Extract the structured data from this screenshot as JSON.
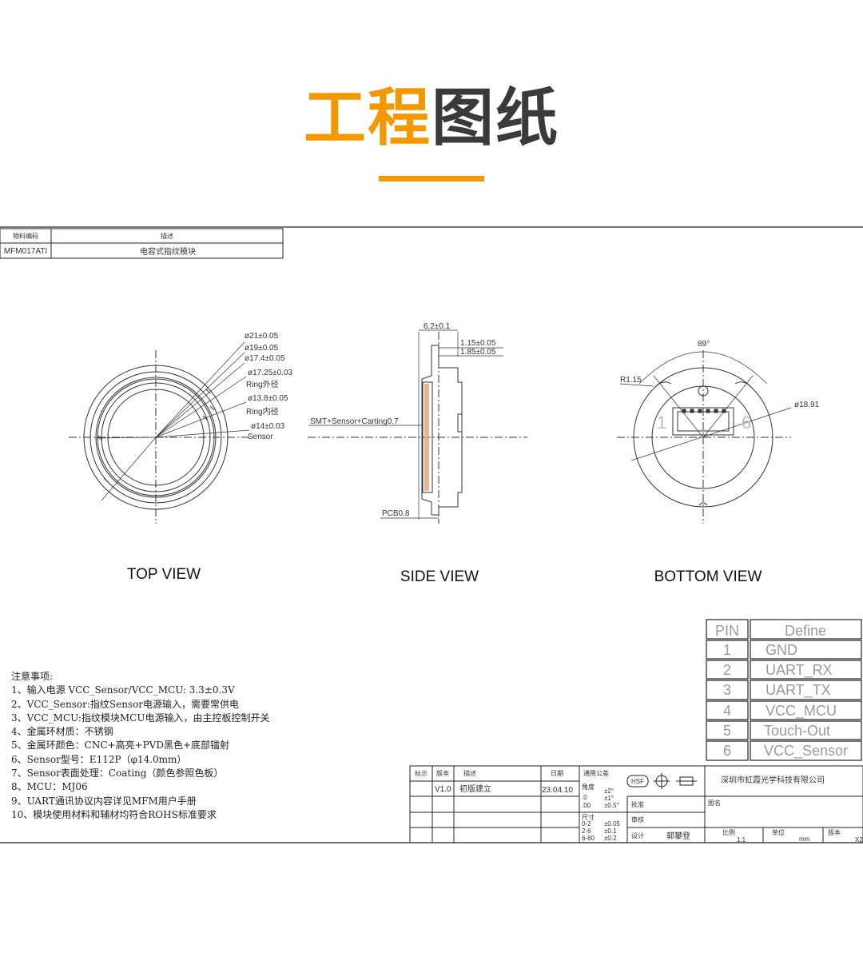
{
  "header": {
    "title_part1": "工程",
    "title_part2": "图纸"
  },
  "part_table": {
    "col1_header": "物料编码",
    "col2_header": "描述",
    "code": "MFM017ATI",
    "desc": "电容式指纹模块"
  },
  "top_view": {
    "label": "TOP VIEW",
    "dims": [
      "ø21±0.05",
      "ø19±0.05",
      "ø17.4±0.05",
      "ø17.25±0.03",
      "Ring外径",
      "ø13.8±0.05",
      "Ring内径",
      "ø14±0.03",
      "Sensor"
    ]
  },
  "side_view": {
    "label": "SIDE VIEW",
    "dim_width": "6.2±0.1",
    "dim_a": "1.15±0.05",
    "dim_b": "1.85±0.05",
    "stack": "SMT+Sensor+Carting0.7",
    "pcb": "PCB0.8"
  },
  "bottom_view": {
    "label": "BOTTOM VIEW",
    "angle": "89°",
    "radius": "R1.15",
    "diameter": "ø18.91",
    "pin_left": "1",
    "pin_right": "6"
  },
  "pin_table": {
    "head_pin": "PIN",
    "head_define": "Define",
    "rows": [
      {
        "pin": "1",
        "define": "GND"
      },
      {
        "pin": "2",
        "define": "UART_RX"
      },
      {
        "pin": "3",
        "define": "UART_TX"
      },
      {
        "pin": "4",
        "define": "VCC_MCU"
      },
      {
        "pin": "5",
        "define": "Touch-Out"
      },
      {
        "pin": "6",
        "define": "VCC_Sensor"
      }
    ]
  },
  "notes": {
    "heading": "注意事项:",
    "items": [
      "1、输入电源 VCC_Sensor/VCC_MCU: 3.3±0.3V",
      "2、VCC_Sensor:指纹Sensor电源输入，需要常供电",
      "3、VCC_MCU:指纹模块MCU电源输入，由主控板控制开关",
      "4、金属环材质：不锈钢",
      "5、金属环颜色：CNC+高亮+PVD黑色+底部镭射",
      "6、Sensor型号：E112P（φ14.0mm）",
      "7、Sensor表面处理：Coating（颜色参照色板）",
      "8、MCU：MJ06",
      "9、UART通讯协议内容详见MFM用户手册",
      "10、模块使用材料和辅材均符合ROHS标准要求"
    ]
  },
  "title_block": {
    "h_mark": "标示",
    "h_ver": "版本",
    "h_desc": "描述",
    "h_date": "日期",
    "h_tol": "通用公差",
    "version": "V1.0",
    "change": "初版建立",
    "date": "23.04.10",
    "tol_angle": "角度",
    "tol_a1": ".0",
    "tol_a1v": "±2°",
    "tol_a2": ".00",
    "tol_a2v": "±1°",
    "tol_a3v": "±0.5°",
    "tol_size": "尺寸",
    "tol_r1": "0-2",
    "tol_r1v": "±0.05",
    "tol_r2": "2-6",
    "tol_r2v": "±0.1",
    "tol_r3": "6-80",
    "tol_r3v": "±0.2",
    "hsf": "HSF",
    "approve": "批准",
    "review": "审核",
    "design": "设计",
    "designer": "郭攀登",
    "company": "深圳市虹霞光学科技有限公司",
    "drawing_name": "图名",
    "scale_label": "比例",
    "scale": "1:1",
    "unit_label": "单位",
    "unit": "mm",
    "rev_label": "版本",
    "rev": "X2"
  },
  "colors": {
    "accent": "#f39800",
    "title_dark": "#3a3a3a",
    "pcb_orange": "#e8a070"
  }
}
